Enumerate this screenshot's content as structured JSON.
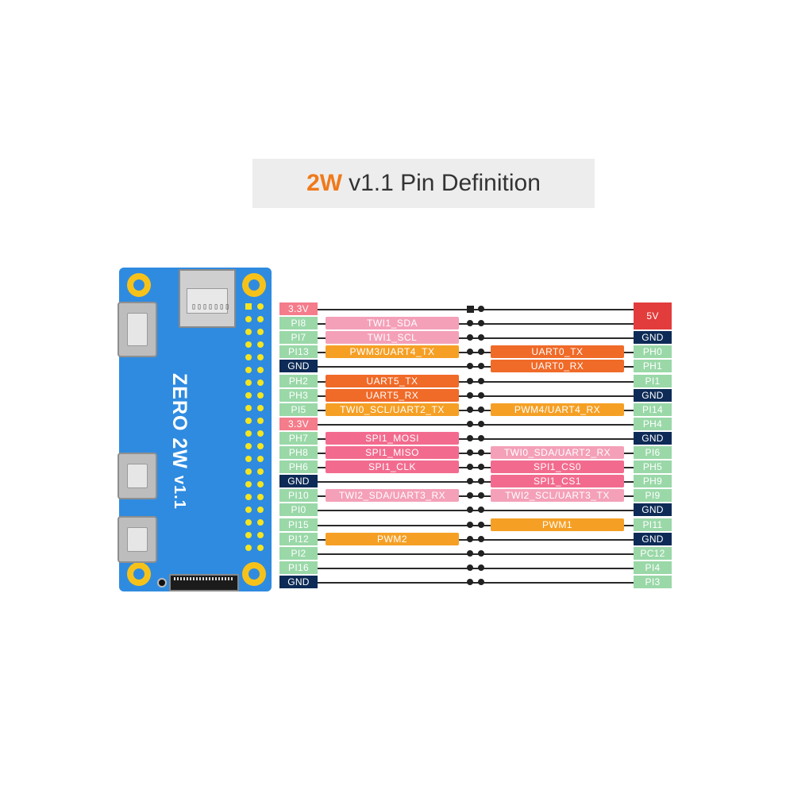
{
  "title": {
    "accent": "2W",
    "rest": "v1.1 Pin Definition"
  },
  "board": {
    "name": "ZERO 2W",
    "version": "v1.1"
  },
  "colors": {
    "board_blue": "#2f8be0",
    "pin_green": "#9ad8a8",
    "gnd_navy": "#0d2b56",
    "power_3v3": "#f47c8b",
    "power_5v": "#e23c3c",
    "twi_pink": "#f4a0b8",
    "pwm_orange": "#f5a025",
    "uart_darkorange": "#f06a28",
    "spi_pink": "#f26b8e"
  },
  "pins": [
    {
      "left": "3.3V",
      "left_style": "pink",
      "left_func": "",
      "left_func_style": "",
      "right_func": "",
      "right_func_style": "",
      "right": "5V",
      "right_style": "red"
    },
    {
      "left": "PI8",
      "left_style": "green",
      "left_func": "TWI1_SDA",
      "left_func_style": "lightpink",
      "right_func": "",
      "right_func_style": "",
      "right": "5V",
      "right_style": "red"
    },
    {
      "left": "PI7",
      "left_style": "green",
      "left_func": "TWI1_SCL",
      "left_func_style": "lightpink",
      "right_func": "",
      "right_func_style": "",
      "right": "GND",
      "right_style": "navy"
    },
    {
      "left": "PI13",
      "left_style": "green",
      "left_func": "PWM3/UART4_TX",
      "left_func_style": "orange",
      "right_func": "UART0_TX",
      "right_func_style": "darkorange",
      "right": "PH0",
      "right_style": "green"
    },
    {
      "left": "GND",
      "left_style": "navy",
      "left_func": "",
      "left_func_style": "",
      "right_func": "UART0_RX",
      "right_func_style": "darkorange",
      "right": "PH1",
      "right_style": "green"
    },
    {
      "left": "PH2",
      "left_style": "green",
      "left_func": "UART5_TX",
      "left_func_style": "darkorange",
      "right_func": "",
      "right_func_style": "",
      "right": "PI1",
      "right_style": "green"
    },
    {
      "left": "PH3",
      "left_style": "green",
      "left_func": "UART5_RX",
      "left_func_style": "darkorange",
      "right_func": "",
      "right_func_style": "",
      "right": "GND",
      "right_style": "navy"
    },
    {
      "left": "PI5",
      "left_style": "green",
      "left_func": "TWI0_SCL/UART2_TX",
      "left_func_style": "orange",
      "right_func": "PWM4/UART4_RX",
      "right_func_style": "orange",
      "right": "PI14",
      "right_style": "green"
    },
    {
      "left": "3.3V",
      "left_style": "pink",
      "left_func": "",
      "left_func_style": "",
      "right_func": "",
      "right_func_style": "",
      "right": "PH4",
      "right_style": "green"
    },
    {
      "left": "PH7",
      "left_style": "green",
      "left_func": "SPI1_MOSI",
      "left_func_style": "hotpink",
      "right_func": "",
      "right_func_style": "",
      "right": "GND",
      "right_style": "navy"
    },
    {
      "left": "PH8",
      "left_style": "green",
      "left_func": "SPI1_MISO",
      "left_func_style": "hotpink",
      "right_func": "TWI0_SDA/UART2_RX",
      "right_func_style": "lightpink",
      "right": "PI6",
      "right_style": "green"
    },
    {
      "left": "PH6",
      "left_style": "green",
      "left_func": "SPI1_CLK",
      "left_func_style": "hotpink",
      "right_func": "SPI1_CS0",
      "right_func_style": "hotpink",
      "right": "PH5",
      "right_style": "green"
    },
    {
      "left": "GND",
      "left_style": "navy",
      "left_func": "",
      "left_func_style": "",
      "right_func": "SPI1_CS1",
      "right_func_style": "hotpink",
      "right": "PH9",
      "right_style": "green"
    },
    {
      "left": "PI10",
      "left_style": "green",
      "left_func": "TWI2_SDA/UART3_RX",
      "left_func_style": "lightpink",
      "right_func": "TWI2_SCL/UART3_TX",
      "right_func_style": "lightpink",
      "right": "PI9",
      "right_style": "green"
    },
    {
      "left": "PI0",
      "left_style": "green",
      "left_func": "",
      "left_func_style": "",
      "right_func": "",
      "right_func_style": "",
      "right": "GND",
      "right_style": "navy"
    },
    {
      "left": "PI15",
      "left_style": "green",
      "left_func": "",
      "left_func_style": "",
      "right_func": "PWM1",
      "right_func_style": "orange",
      "right": "PI11",
      "right_style": "green"
    },
    {
      "left": "PI12",
      "left_style": "green",
      "left_func": "PWM2",
      "left_func_style": "orange",
      "right_func": "",
      "right_func_style": "",
      "right": "GND",
      "right_style": "navy"
    },
    {
      "left": "PI2",
      "left_style": "green",
      "left_func": "",
      "left_func_style": "",
      "right_func": "",
      "right_func_style": "",
      "right": "PC12",
      "right_style": "green"
    },
    {
      "left": "PI16",
      "left_style": "green",
      "left_func": "",
      "left_func_style": "",
      "right_func": "",
      "right_func_style": "",
      "right": "PI4",
      "right_style": "green"
    },
    {
      "left": "GND",
      "left_style": "navy",
      "left_func": "",
      "left_func_style": "",
      "right_func": "",
      "right_func_style": "",
      "right": "PI3",
      "right_style": "green"
    }
  ]
}
